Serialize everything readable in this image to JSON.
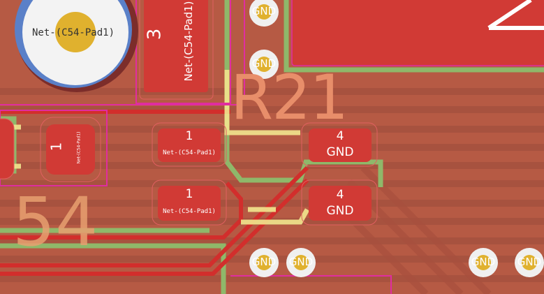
{
  "board": {
    "colors": {
      "background": "#b65a44",
      "copper_pad": "#d13a35",
      "track": "#d22e2c",
      "silkscreen": "#f2e68e",
      "silk_ref": "#e88e6a",
      "courtyard": "#e02da0",
      "via_ring": "#f0f0f0",
      "via_hole": "#e0b12e"
    },
    "ref_r21": "R21",
    "ref_c54": "54",
    "big_pad": {
      "net": "Net-(C54-Pad1)"
    },
    "top_pad": {
      "number": "3",
      "net": "Net-(C54-Pad1)"
    },
    "left_pad": {
      "number": "1",
      "net": "Net-(C54-Pad1)"
    },
    "pad_a": {
      "number": "1",
      "net": "Net-(C54-Pad1)"
    },
    "pad_b": {
      "number": "1",
      "net": "Net-(C54-Pad1)"
    },
    "pad_c": {
      "number": "4",
      "net": "GND"
    },
    "pad_d": {
      "number": "4",
      "net": "GND"
    },
    "vias": [
      "GND",
      "GND",
      "GND",
      "GND",
      "GND",
      "GND"
    ]
  }
}
